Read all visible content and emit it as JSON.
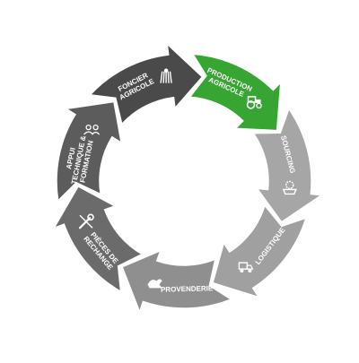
{
  "diagram": {
    "type": "cycle",
    "segments": [
      {
        "id": "production",
        "lines": [
          "PRODUCTION",
          "AGRICOLE"
        ],
        "icon": "tractor-icon",
        "color": "#36a532"
      },
      {
        "id": "sourcing",
        "lines": [
          "SOURCING"
        ],
        "icon": "basket-gear-icon",
        "color": "#a6a6a6"
      },
      {
        "id": "logistique",
        "lines": [
          "LOGISTIQUE"
        ],
        "icon": "truck-icon",
        "color": "#a0a0a0"
      },
      {
        "id": "provenderie",
        "lines": [
          "PROVENDERIE"
        ],
        "icon": "animal-feed-icon",
        "color": "#8f8f8f"
      },
      {
        "id": "pieces",
        "lines": [
          "PIÈCES DE",
          "RECHANGE"
        ],
        "icon": "wrench-icon",
        "color": "#6b6b6b"
      },
      {
        "id": "appui",
        "lines": [
          "APPUI",
          "TECHNIQUE &",
          "FORMATION"
        ],
        "icon": "training-icon",
        "color": "#5c5c5c"
      },
      {
        "id": "foncier",
        "lines": [
          "FONCIER",
          "AGRICOLE"
        ],
        "icon": "field-rows-icon",
        "color": "#4a4a4a"
      }
    ]
  }
}
